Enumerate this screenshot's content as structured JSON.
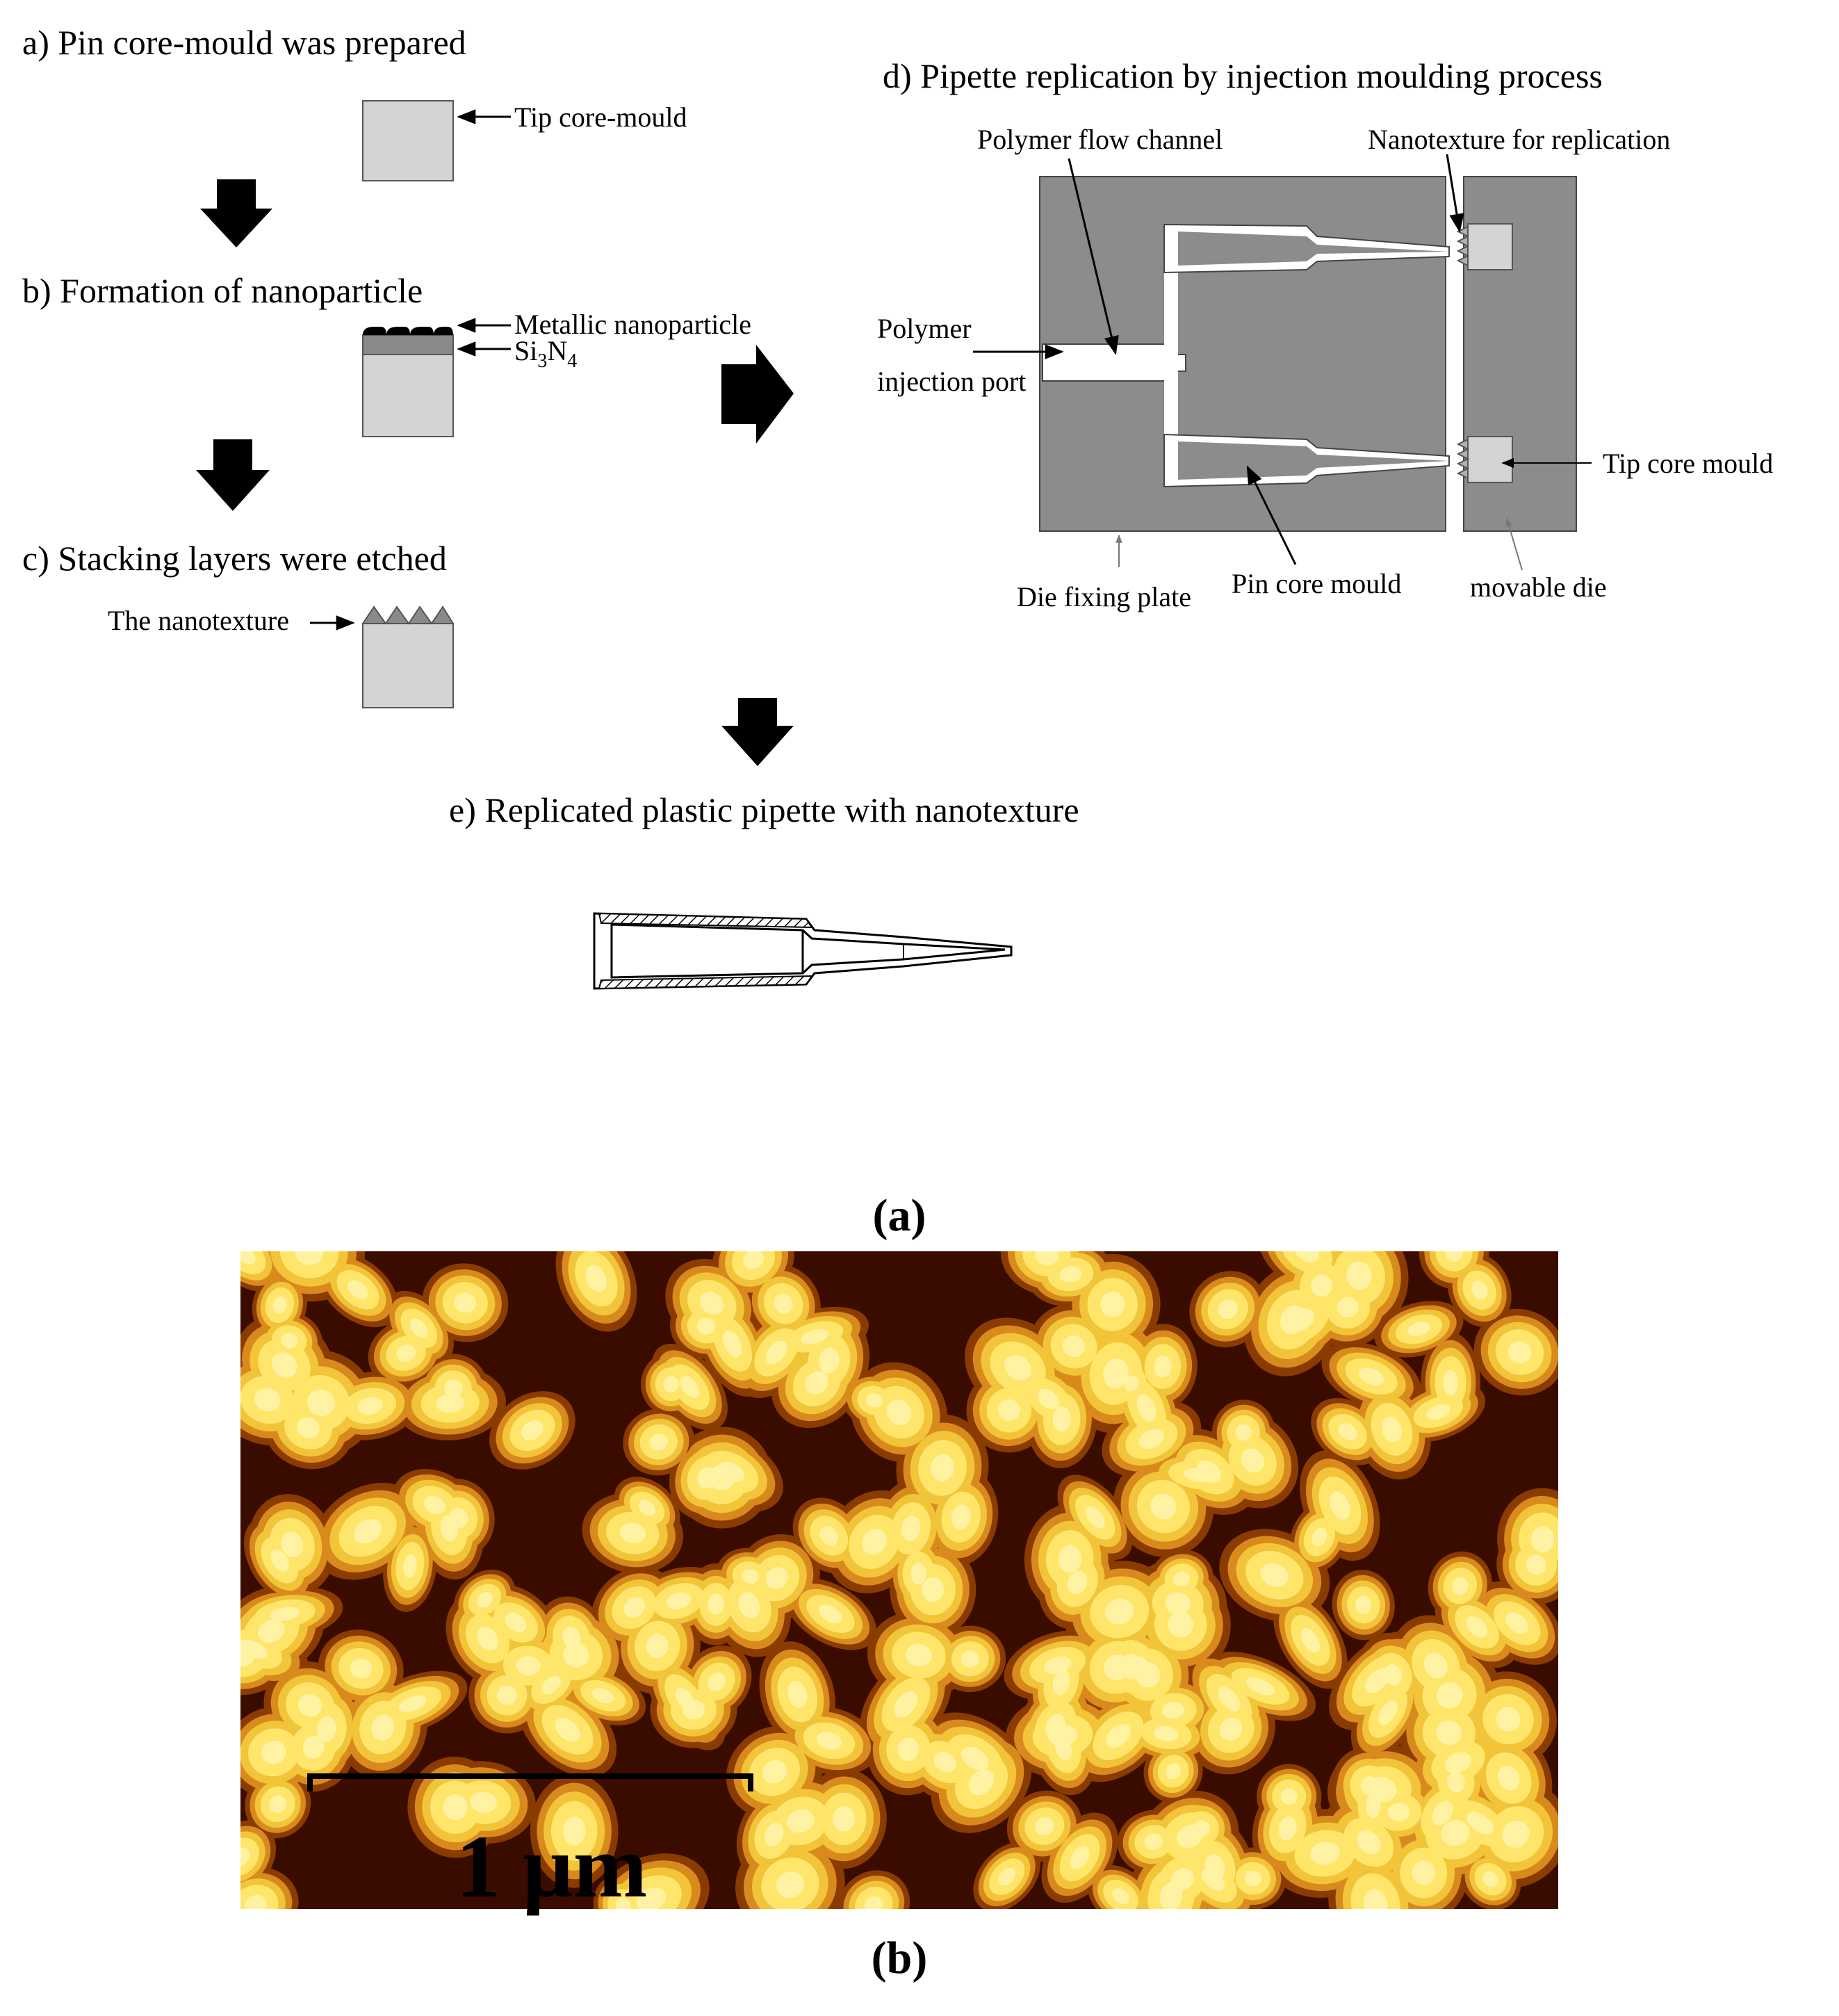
{
  "steps": {
    "a": {
      "heading": "a) Pin core-mould was prepared",
      "label": "Tip core-mould"
    },
    "b": {
      "heading": "b) Formation of nanoparticle",
      "label_particle": "Metallic nanoparticle",
      "label_si": "Si",
      "label_si_sub1": "3",
      "label_n": "N",
      "label_si_sub2": "4"
    },
    "c": {
      "heading": "c) Stacking layers were etched",
      "label": "The nanotexture"
    },
    "d": {
      "heading": "d) Pipette replication by injection moulding process",
      "polymer_flow_channel": "Polymer flow channel",
      "nanotexture_for_replication": "Nanotexture for replication",
      "polymer": "Polymer",
      "injection_port": "injection port",
      "tip_core_mould": "Tip core mould",
      "die_fixing_plate": "Die fixing plate",
      "pin_core_mould": "Pin core  mould",
      "movable_die": "movable die"
    },
    "e": {
      "heading": "e) Replicated plastic pipette with nanotexture"
    }
  },
  "captions": {
    "a": "(a)",
    "b": "(b)"
  },
  "afm": {
    "scale_label": "1 μm",
    "colors": [
      "#3a0c00",
      "#8a3b00",
      "#d98a1c",
      "#f2c43a",
      "#ffe66b",
      "#fff3a3"
    ]
  },
  "colors": {
    "die": "#8c8c8c",
    "core": "#d4d4d4",
    "layer": "#8a8a8a",
    "arrow": "#000000"
  }
}
